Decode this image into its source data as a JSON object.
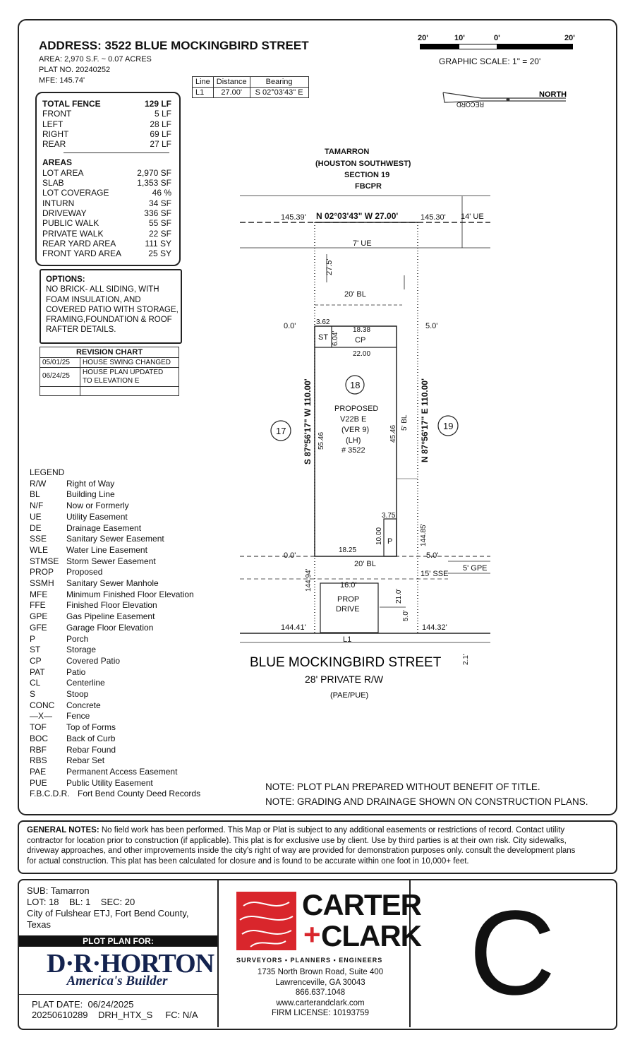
{
  "header": {
    "address_label": "ADDRESS:",
    "address": "3522 BLUE MOCKINGBIRD STREET",
    "area": "AREA: 2,970 S.F. ~ 0.07 ACRES",
    "plat_no": "PLAT NO. 20240252",
    "mfe": "MFE: 145.74'"
  },
  "scale": {
    "ticks": [
      "20'",
      "10'",
      "0'",
      "20'"
    ],
    "label": "GRAPHIC SCALE: 1\" = 20'"
  },
  "north": {
    "north": "NORTH",
    "record": "RECORD"
  },
  "line_table": {
    "headers": [
      "Line",
      "Distance",
      "Bearing"
    ],
    "rows": [
      [
        "L1",
        "27.00'",
        "S 02°03'43\" E"
      ]
    ]
  },
  "fence": {
    "title": "TOTAL FENCE",
    "title_value": "129 LF",
    "rows": [
      {
        "label": "FRONT",
        "value": "5 LF"
      },
      {
        "label": "LEFT",
        "value": "28 LF"
      },
      {
        "label": "RIGHT",
        "value": "69 LF"
      },
      {
        "label": "REAR",
        "value": "27 LF"
      }
    ]
  },
  "areas": {
    "title": "AREAS",
    "rows": [
      {
        "label": "LOT AREA",
        "value": "2,970 SF"
      },
      {
        "label": "SLAB",
        "value": "1,353 SF"
      },
      {
        "label": "LOT COVERAGE",
        "value": "46 %"
      },
      {
        "label": "INTURN",
        "value": "34 SF"
      },
      {
        "label": "DRIVEWAY",
        "value": "336 SF"
      },
      {
        "label": "PUBLIC WALK",
        "value": "55 SF"
      },
      {
        "label": "PRIVATE WALK",
        "value": "22 SF"
      },
      {
        "label": "REAR YARD AREA",
        "value": "111 SY"
      },
      {
        "label": "FRONT YARD AREA",
        "value": "25 SY"
      }
    ]
  },
  "options": {
    "title": "OPTIONS:",
    "lines": [
      "NO BRICK- ALL SIDING, WITH",
      "FOAM INSULATION, AND",
      "COVERED PATIO WITH STORAGE,",
      "FRAMING,FOUNDATION & ROOF",
      "RAFTER DETAILS."
    ]
  },
  "revision": {
    "title": "REVISION CHART",
    "rows": [
      {
        "date": "05/01/25",
        "desc": [
          "HOUSE SWING CHANGED"
        ]
      },
      {
        "date": "06/24/25",
        "desc": [
          "HOUSE PLAN UPDATED",
          "TO ELEVATION E"
        ]
      }
    ]
  },
  "legend": {
    "title": "LEGEND",
    "items": [
      [
        "R/W",
        "Right of Way"
      ],
      [
        "BL",
        "Building Line"
      ],
      [
        "N/F",
        "Now or Formerly"
      ],
      [
        "UE",
        "Utility Easement"
      ],
      [
        "DE",
        "Drainage Easement"
      ],
      [
        "SSE",
        "Sanitary Sewer Easement"
      ],
      [
        "WLE",
        "Water Line Easement"
      ],
      [
        "STMSE",
        "Storm Sewer Easement"
      ],
      [
        "PROP",
        "Proposed"
      ],
      [
        "SSMH",
        "Sanitary Sewer Manhole"
      ],
      [
        "MFE",
        "Minimum Finished Floor Elevation"
      ],
      [
        "FFE",
        "Finished Floor Elevation"
      ],
      [
        "GPE",
        "Gas Pipeline Easement"
      ],
      [
        "GFE",
        "Garage Floor Elevation"
      ],
      [
        "P",
        "Porch"
      ],
      [
        "ST",
        "Storage"
      ],
      [
        "CP",
        "Covered Patio"
      ],
      [
        "PAT",
        "Patio"
      ],
      [
        "CL",
        "Centerline"
      ],
      [
        "S",
        "Stoop"
      ],
      [
        "CONC",
        "Concrete"
      ],
      [
        "—X—",
        "Fence"
      ],
      [
        "TOF",
        "Top of Forms"
      ],
      [
        "BOC",
        "Back of Curb"
      ],
      [
        "RBF",
        "Rebar Found"
      ],
      [
        "RBS",
        "Rebar Set"
      ],
      [
        "PAE",
        "Permanent Access Easement"
      ],
      [
        "PUE",
        "Public Utility Easement"
      ],
      [
        "F.B.C.D.R.",
        "Fort Bend County Deed Records"
      ]
    ]
  },
  "plot": {
    "subdivision": [
      "TAMARRON",
      "(HOUSTON SOUTHWEST)",
      "SECTION 19",
      "FBCPR"
    ],
    "rear_bearing": "N 02°03'43\" W  27.00'",
    "elev_rear_left": "145.39'",
    "elev_rear_right": "145.30'",
    "ue14": "14' UE",
    "ue7": "7' UE",
    "d275": "27.5'",
    "bl20_rear": "20' BL",
    "zero_left_top": "0.0'",
    "five_right_top": "5.0'",
    "d362": "3.62",
    "d604": "6.04'",
    "st": "ST",
    "d1838": "18.38",
    "cp": "CP",
    "d2200": "22.00",
    "lot18": "18",
    "lot17": "17",
    "lot19": "19",
    "house": [
      "PROPOSED",
      "V22B E",
      "(VER 9)",
      "(LH)",
      "# 3522"
    ],
    "left_bearing": "S 87°56'17\" W  110.00'",
    "right_bearing": "N 87°56'17\" E  110.00'",
    "d5546": "55.46",
    "d4546": "45.46",
    "bl5": "5' BL",
    "d375": "3.75",
    "d1000": "10.00",
    "p": "P",
    "d14485": "144.85'",
    "zero_left_front": "0.0'",
    "five_right_front": "5.0'",
    "d1825": "18.25",
    "bl20_front": "20' BL",
    "gpe5": "5' GPE",
    "sse15": "15' SSE",
    "d14494": "144.94'",
    "d160": "16.0'",
    "drive": [
      "PROP",
      "DRIVE"
    ],
    "d210": "21.0'",
    "d50": "5.0'",
    "elev_front_left": "144.41'",
    "elev_front_right": "144.32'",
    "l1": "L1",
    "d21": "2.1'",
    "street": "BLUE MOCKINGBIRD STREET",
    "row": "28' PRIVATE R/W",
    "pae": "(PAE/PUE)"
  },
  "notes": [
    "NOTE: PLOT PLAN PREPARED WITHOUT BENEFIT OF TITLE.",
    "NOTE: GRADING AND DRAINAGE SHOWN ON CONSTRUCTION PLANS."
  ],
  "general_notes": {
    "label": "GENERAL NOTES:",
    "lines": [
      " No field work has been performed. This Map or Plat is subject to any additional easements or restrictions of record. Contact utility",
      "contractor for location prior to construction (if applicable). This plat is for exclusive use by client. Use by third parties is at their own risk. City sidewalks,",
      "driveway approaches, and other improvements inside the city's right of way are provided for demonstration purposes only. consult the development plans",
      "for actual construction. This plat has been calculated for closure and is found to be accurate within one foot in 10,000+ feet."
    ]
  },
  "footer": {
    "sub": "SUB: Tamarron",
    "lot_line": "LOT: 18    BL: 1    SEC: 20",
    "city": "City of Fulshear ETJ, Fort Bend County,",
    "state": "Texas",
    "plot_plan_for": "PLOT PLAN FOR:",
    "client": "D·R·HORTON",
    "client_tag": "America's Builder",
    "plat_date": "PLAT DATE:  06/24/2025",
    "job": "20250610289    DRH_HTX_S     FC: N/A",
    "company_line1": "CARTER",
    "company_line2": "CLARK",
    "company_plus": "+",
    "services": "SURVEYORS ▪ PLANNERS ▪ ENGINEERS",
    "street": "1735 North Brown Road, Suite 400",
    "city_state": "Lawrenceville, GA 30043",
    "phone": "866.637.1048",
    "web": "www.carterandclark.com",
    "license": "FIRM LICENSE: 10193759",
    "grade": "C",
    "brand_red": "#d9262c"
  }
}
